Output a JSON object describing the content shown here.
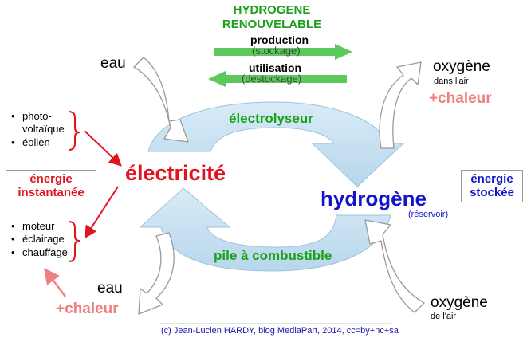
{
  "header": {
    "title_line1": "HYDROGENE",
    "title_line2": "RENOUVELABLE",
    "production": "production",
    "production_sub": "(stockage)",
    "utilisation": "utilisation",
    "utilisation_sub": "(déstockage)"
  },
  "inputs": {
    "eau_top": "eau",
    "eau_bottom": "eau",
    "oxygen_top": "oxygène",
    "oxygen_top_sub": "dans l'air",
    "chaleur_top": "+chaleur",
    "oxygen_bottom": "oxygène",
    "oxygen_bottom_sub": "de l'air",
    "chaleur_bottom": "+chaleur"
  },
  "sources": [
    "photo-",
    "voltaïque",
    "éolien"
  ],
  "uses": [
    "moteur",
    "éclairage",
    "chauffage"
  ],
  "labels": {
    "energie_instantanee": "énergie instantanée",
    "electricite": "électricité",
    "hydrogene": "hydrogène",
    "reservoir": "(réservoir)",
    "energie_stockee": "énergie stockée",
    "electrolyseur": "électrolyseur",
    "pile": "pile à combustible"
  },
  "credit": "(c) Jean-Lucien HARDY, blog MediaPart, 2014, cc=by+nc+sa",
  "colors": {
    "green": "#1aa01a",
    "arrow_green": "#5cc95c",
    "cycle_fill": "#c8e1f0",
    "red": "#e0141e",
    "blue": "#1414c8",
    "salmon": "#f08080"
  }
}
